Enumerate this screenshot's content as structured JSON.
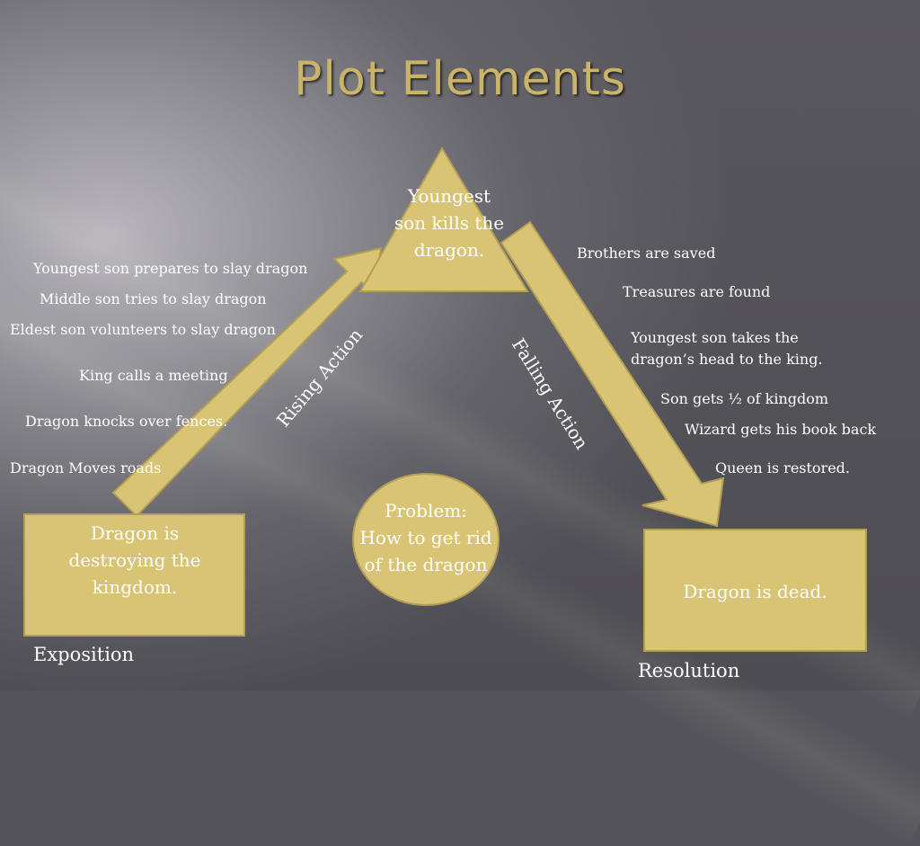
{
  "title": "Plot Elements",
  "colors": {
    "shape_fill": "#d9c476",
    "shape_stroke": "#b29f55",
    "title": "#c9b46a",
    "text": "#ffffff",
    "background": "#55545a"
  },
  "climax": {
    "line1": "Youngest",
    "line2": "son kills the",
    "line3": "dragon."
  },
  "exposition": {
    "box_line1": "Dragon is",
    "box_line2": "destroying the",
    "box_line3": "kingdom.",
    "label": "Exposition"
  },
  "resolution": {
    "box_text": "Dragon is dead.",
    "label": "Resolution"
  },
  "problem": {
    "line1": "Problem:",
    "line2": "How to get rid",
    "line3": "of the dragon"
  },
  "rising_action": {
    "label": "Rising Action",
    "events": [
      "Youngest son prepares to slay dragon",
      "Middle son tries to slay dragon",
      "Eldest son volunteers to slay dragon",
      "King calls a meeting",
      "Dragon knocks over fences.",
      "Dragon Moves roads"
    ]
  },
  "falling_action": {
    "label": "Falling Action",
    "events": [
      "Brothers are saved",
      "Treasures are found",
      "Youngest son takes the",
      "dragon’s head to the king.",
      "Son gets ½ of kingdom",
      "Wizard gets his book back",
      "Queen is restored."
    ]
  }
}
